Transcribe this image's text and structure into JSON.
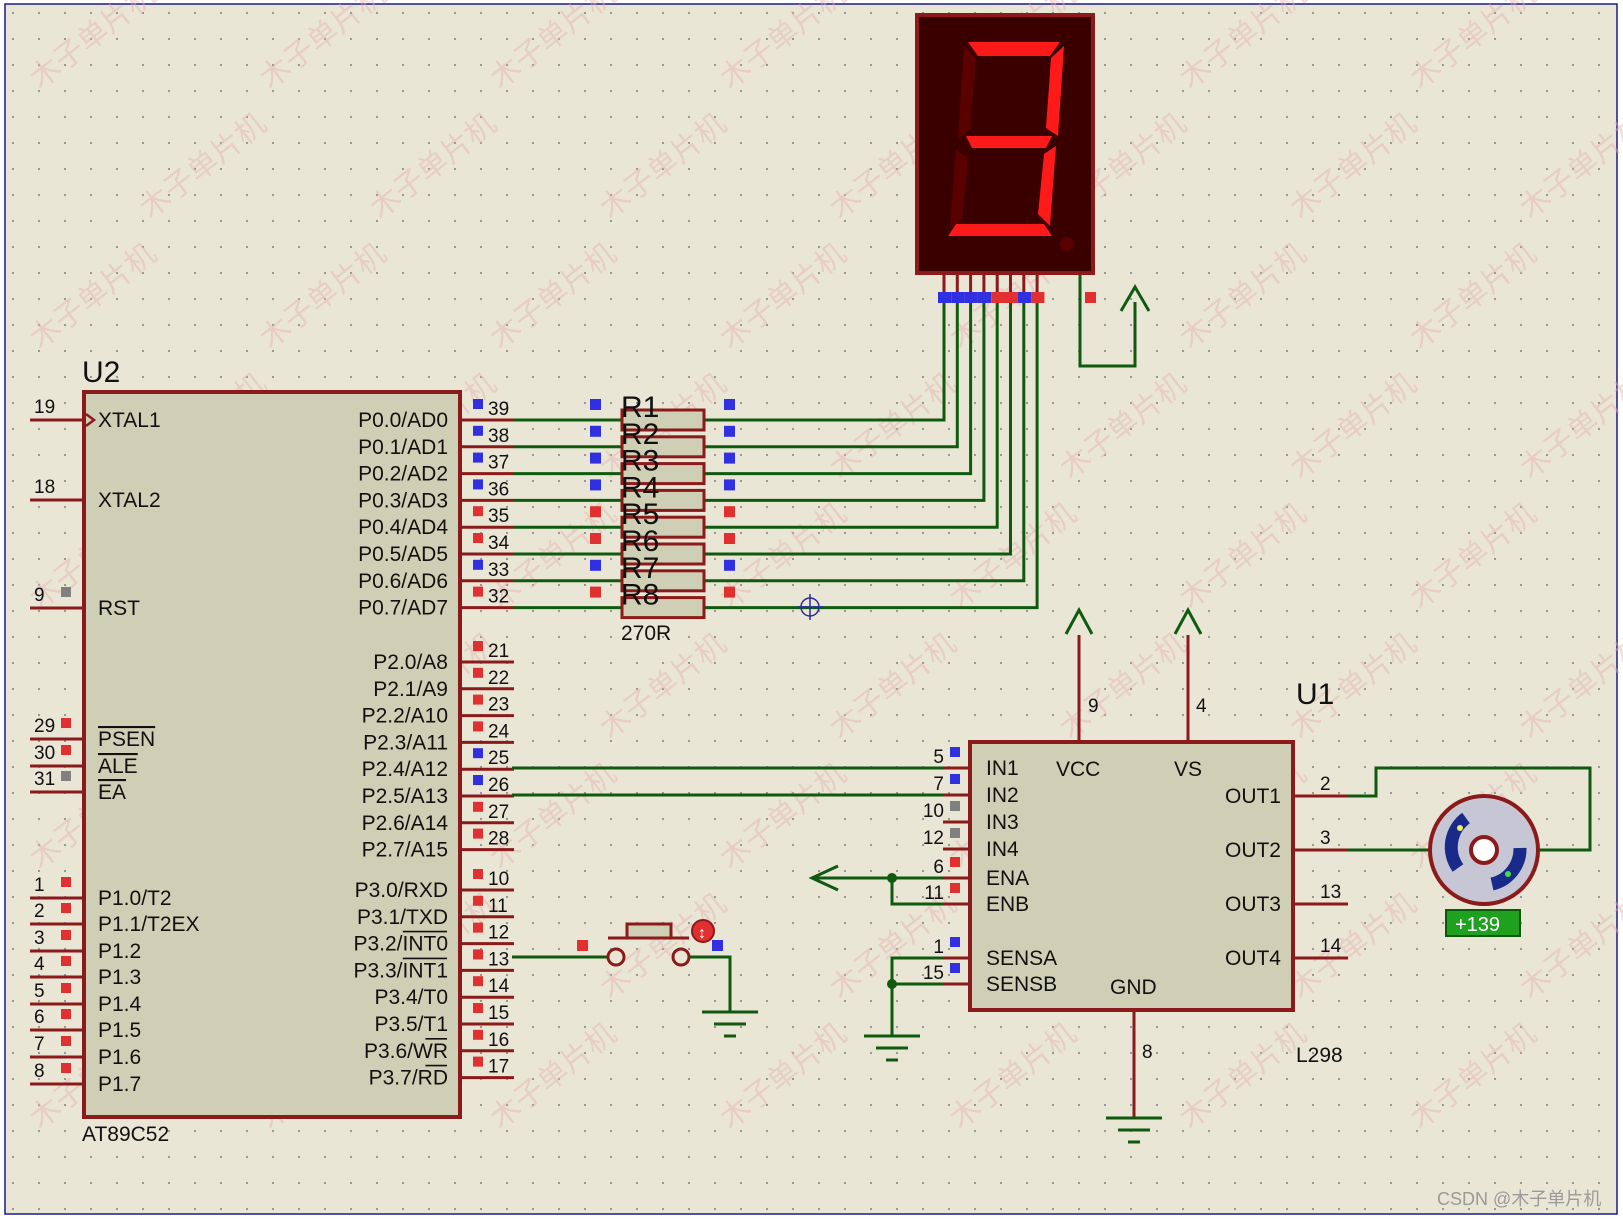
{
  "u2": {
    "ref": "U2",
    "part": "AT89C52",
    "left_pins": [
      {
        "num": "19",
        "name": "XTAL1",
        "state": "none"
      },
      {
        "num": "18",
        "name": "XTAL2",
        "state": "none"
      },
      {
        "num": "9",
        "name": "RST",
        "state": "gray"
      },
      {
        "num": "29",
        "name": "PSEN",
        "state": "red",
        "overbar": true
      },
      {
        "num": "30",
        "name": "ALE",
        "state": "red",
        "overbar": true
      },
      {
        "num": "31",
        "name": "EA",
        "state": "gray",
        "overbar": true
      },
      {
        "num": "1",
        "name": "P1.0/T2",
        "state": "red"
      },
      {
        "num": "2",
        "name": "P1.1/T2EX",
        "state": "red"
      },
      {
        "num": "3",
        "name": "P1.2",
        "state": "red"
      },
      {
        "num": "4",
        "name": "P1.3",
        "state": "red"
      },
      {
        "num": "5",
        "name": "P1.4",
        "state": "red"
      },
      {
        "num": "6",
        "name": "P1.5",
        "state": "red"
      },
      {
        "num": "7",
        "name": "P1.6",
        "state": "red"
      },
      {
        "num": "8",
        "name": "P1.7",
        "state": "red"
      }
    ],
    "right_pins": [
      {
        "num": "39",
        "name": "P0.0/AD0",
        "state": "blue"
      },
      {
        "num": "38",
        "name": "P0.1/AD1",
        "state": "blue"
      },
      {
        "num": "37",
        "name": "P0.2/AD2",
        "state": "blue"
      },
      {
        "num": "36",
        "name": "P0.3/AD3",
        "state": "blue"
      },
      {
        "num": "35",
        "name": "P0.4/AD4",
        "state": "red"
      },
      {
        "num": "34",
        "name": "P0.5/AD5",
        "state": "red"
      },
      {
        "num": "33",
        "name": "P0.6/AD6",
        "state": "blue"
      },
      {
        "num": "32",
        "name": "P0.7/AD7",
        "state": "red"
      },
      {
        "num": "21",
        "name": "P2.0/A8",
        "state": "red"
      },
      {
        "num": "22",
        "name": "P2.1/A9",
        "state": "red"
      },
      {
        "num": "23",
        "name": "P2.2/A10",
        "state": "red"
      },
      {
        "num": "24",
        "name": "P2.3/A11",
        "state": "red"
      },
      {
        "num": "25",
        "name": "P2.4/A12",
        "state": "blue"
      },
      {
        "num": "26",
        "name": "P2.5/A13",
        "state": "blue"
      },
      {
        "num": "27",
        "name": "P2.6/A14",
        "state": "red"
      },
      {
        "num": "28",
        "name": "P2.7/A15",
        "state": "red"
      },
      {
        "num": "10",
        "name": "P3.0/RXD",
        "state": "red"
      },
      {
        "num": "11",
        "name": "P3.1/TXD",
        "state": "red"
      },
      {
        "num": "12",
        "name": "P3.2/INT0",
        "state": "red"
      },
      {
        "num": "13",
        "name": "P3.3/INT1",
        "state": "red"
      },
      {
        "num": "14",
        "name": "P3.4/T0",
        "state": "red"
      },
      {
        "num": "15",
        "name": "P3.5/T1",
        "state": "red"
      },
      {
        "num": "16",
        "name": "P3.6/WR",
        "state": "red"
      },
      {
        "num": "17",
        "name": "P3.7/RD",
        "state": "red"
      }
    ]
  },
  "resistors": {
    "labels": [
      "R1",
      "R2",
      "R3",
      "R4",
      "R5",
      "R6",
      "R7",
      "R8"
    ],
    "value": "270R",
    "states": [
      "blue",
      "blue",
      "blue",
      "blue",
      "red",
      "red",
      "blue",
      "red"
    ]
  },
  "display": {
    "digit_shown": "3",
    "on_color": "#ff1a1a",
    "off_color": "#5a0000",
    "body_color": "#3a0000"
  },
  "u1": {
    "ref": "U1",
    "part": "L298",
    "left_pins": [
      {
        "num": "5",
        "name": "IN1",
        "state": "blue"
      },
      {
        "num": "7",
        "name": "IN2",
        "state": "blue"
      },
      {
        "num": "10",
        "name": "IN3",
        "state": "gray"
      },
      {
        "num": "12",
        "name": "IN4",
        "state": "gray"
      },
      {
        "num": "6",
        "name": "ENA",
        "state": "red"
      },
      {
        "num": "11",
        "name": "ENB",
        "state": "red"
      },
      {
        "num": "1",
        "name": "SENSA",
        "state": "blue"
      },
      {
        "num": "15",
        "name": "SENSB",
        "state": "blue"
      }
    ],
    "right_pins": [
      {
        "num": "2",
        "name": "OUT1"
      },
      {
        "num": "3",
        "name": "OUT2"
      },
      {
        "num": "13",
        "name": "OUT3"
      },
      {
        "num": "14",
        "name": "OUT4"
      }
    ],
    "top_pins": [
      {
        "num": "9",
        "name": "VCC"
      },
      {
        "num": "4",
        "name": "VS"
      }
    ],
    "bottom_pins": [
      {
        "num": "8",
        "name": "GND"
      }
    ]
  },
  "motor": {
    "readout": "+139"
  },
  "watermark": {
    "text": "木子单片机",
    "credit": "CSDN @木子单片机"
  },
  "colors": {
    "background": "#e9e6d6",
    "chip_fill": "#cfcfb6",
    "chip_border": "#8b1a1a",
    "wire": "#0f5a0f",
    "logic_high": "#e03030",
    "logic_low": "#3030e0",
    "logic_float": "#808080"
  }
}
